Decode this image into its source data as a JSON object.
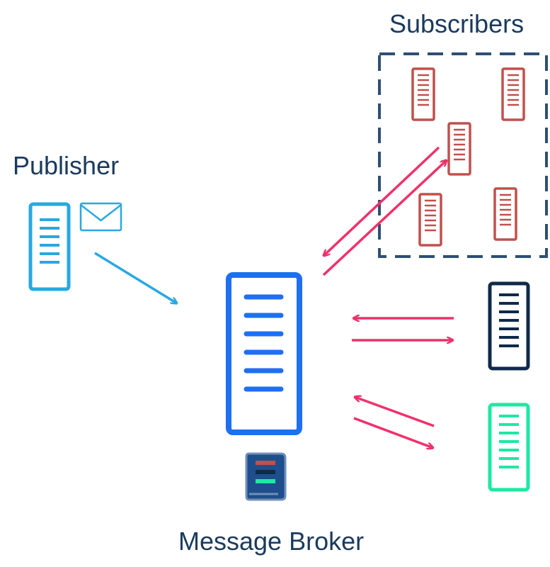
{
  "labels": {
    "publisher": "Publisher",
    "subscribers": "Subscribers",
    "broker": "Message Broker"
  },
  "colors": {
    "text": "#1b3a5c",
    "publisher": "#29a8e0",
    "broker": "#1e6ff2",
    "subscriber_red": "#c0504d",
    "subscriber_navy": "#0f2a4a",
    "subscriber_green": "#1de9a2",
    "arrow_pink": "#f0316a",
    "arrow_blue": "#29a8e0",
    "dashed_border": "#2f4f73",
    "queue_body": "#1f4e8c"
  },
  "icons": {
    "publisher": "server-icon",
    "message": "envelope-icon",
    "broker": "server-icon",
    "queue": "scroll-queue-icon",
    "subscriber": "server-icon"
  }
}
